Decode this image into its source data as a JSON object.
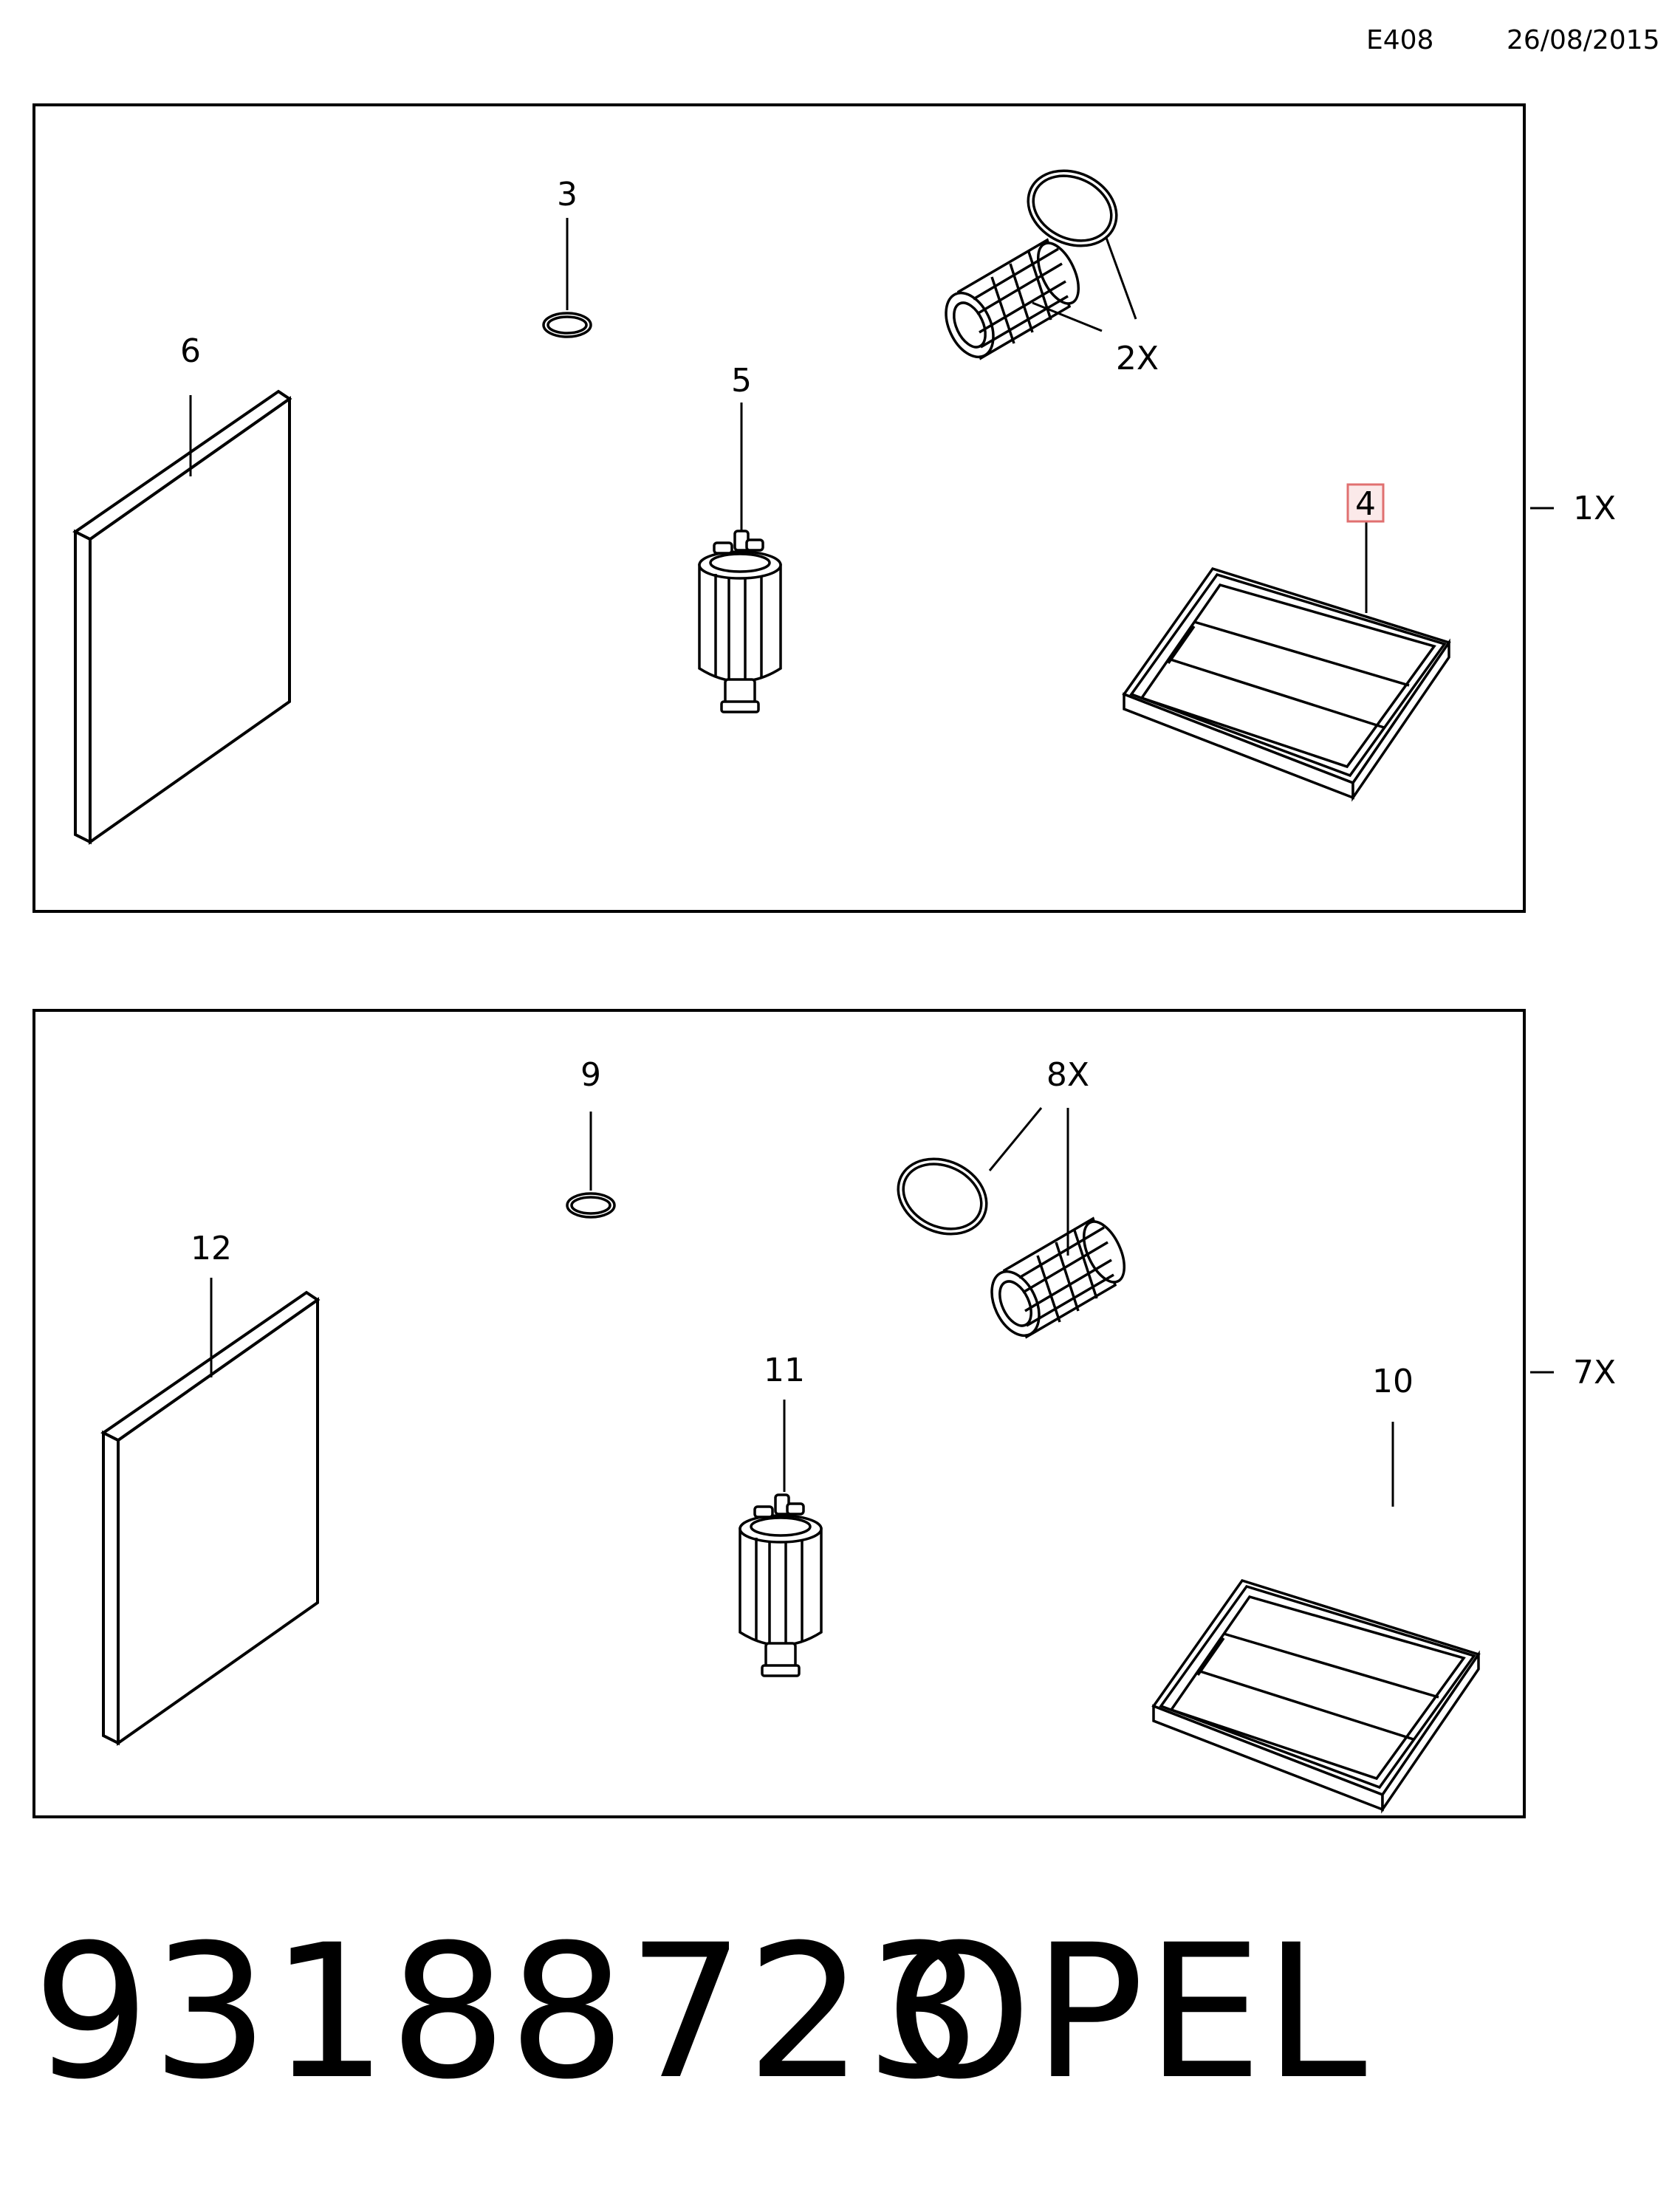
{
  "header": {
    "code": "E408",
    "date": "26/08/2015"
  },
  "panels": [
    {
      "quantity": "1X",
      "callouts": {
        "oil_filter": "2X",
        "oring": "3",
        "air_filter": "4",
        "fuel_filter": "5",
        "cabin_filter": "6"
      },
      "highlighted_callout": "4"
    },
    {
      "quantity": "7X",
      "callouts": {
        "oil_filter": "8X",
        "oring": "9",
        "air_filter": "10",
        "fuel_filter": "11",
        "cabin_filter": "12"
      }
    }
  ],
  "footer": {
    "part_number": "93188723",
    "brand": "OPEL"
  },
  "colors": {
    "line": "#000000",
    "highlight": "#e07070",
    "highlight_fill": "#fbe9e9"
  }
}
